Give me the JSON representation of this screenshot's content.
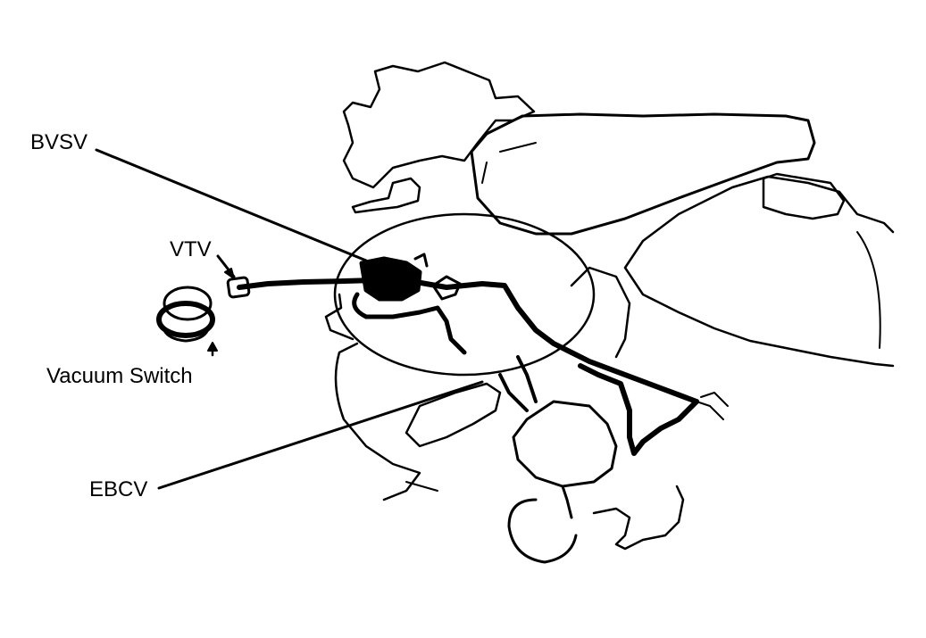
{
  "labels": {
    "bvsv": "BVSV",
    "vtv": "VTV",
    "vacuum_switch": "Vacuum Switch",
    "ebcv": "EBCV"
  },
  "colors": {
    "ink": "#000000",
    "paper": "#ffffff"
  }
}
